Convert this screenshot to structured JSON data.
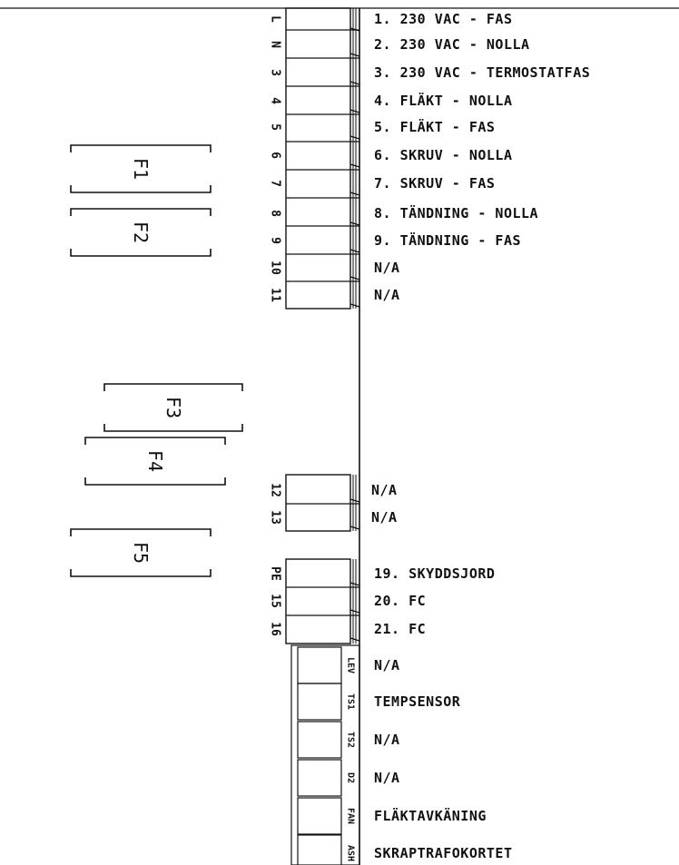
{
  "terminals": [
    {
      "pin": "L",
      "desc": "1. 230 VAC - FAS"
    },
    {
      "pin": "N",
      "desc": "2. 230 VAC - NOLLA"
    },
    {
      "pin": "3",
      "desc": "3. 230 VAC - TERMOSTATFAS"
    },
    {
      "pin": "4",
      "desc": "4. FLÄKT - NOLLA"
    },
    {
      "pin": "5",
      "desc": "5. FLÄKT - FAS"
    },
    {
      "pin": "6",
      "desc": "6. SKRUV - NOLLA"
    },
    {
      "pin": "7",
      "desc": "7. SKRUV - FAS"
    },
    {
      "pin": "8",
      "desc": "8. TÄNDNING - NOLLA"
    },
    {
      "pin": "9",
      "desc": "9. TÄNDNING - FAS"
    },
    {
      "pin": "10",
      "desc": "N/A"
    },
    {
      "pin": "11",
      "desc": "N/A"
    },
    {
      "pin": "12",
      "desc": "N/A"
    },
    {
      "pin": "13",
      "desc": "N/A"
    },
    {
      "pin": "PE",
      "desc": "19. SKYDDSJORD"
    },
    {
      "pin": "15",
      "desc": "20. FC"
    },
    {
      "pin": "16",
      "desc": "21. FC"
    },
    {
      "pin": "LEV",
      "desc": "N/A"
    },
    {
      "pin": "TS1",
      "desc": "TEMPSENSOR"
    },
    {
      "pin": "TS2",
      "desc": "N/A"
    },
    {
      "pin": "D2",
      "desc": "N/A"
    },
    {
      "pin": "FAN",
      "desc": "FLÄKTAVKÄNING"
    },
    {
      "pin": "ASH",
      "desc": "SKRAPTRAFOKORTET"
    }
  ],
  "fuses": [
    "F1",
    "F2",
    "F3",
    "F4",
    "F5"
  ]
}
